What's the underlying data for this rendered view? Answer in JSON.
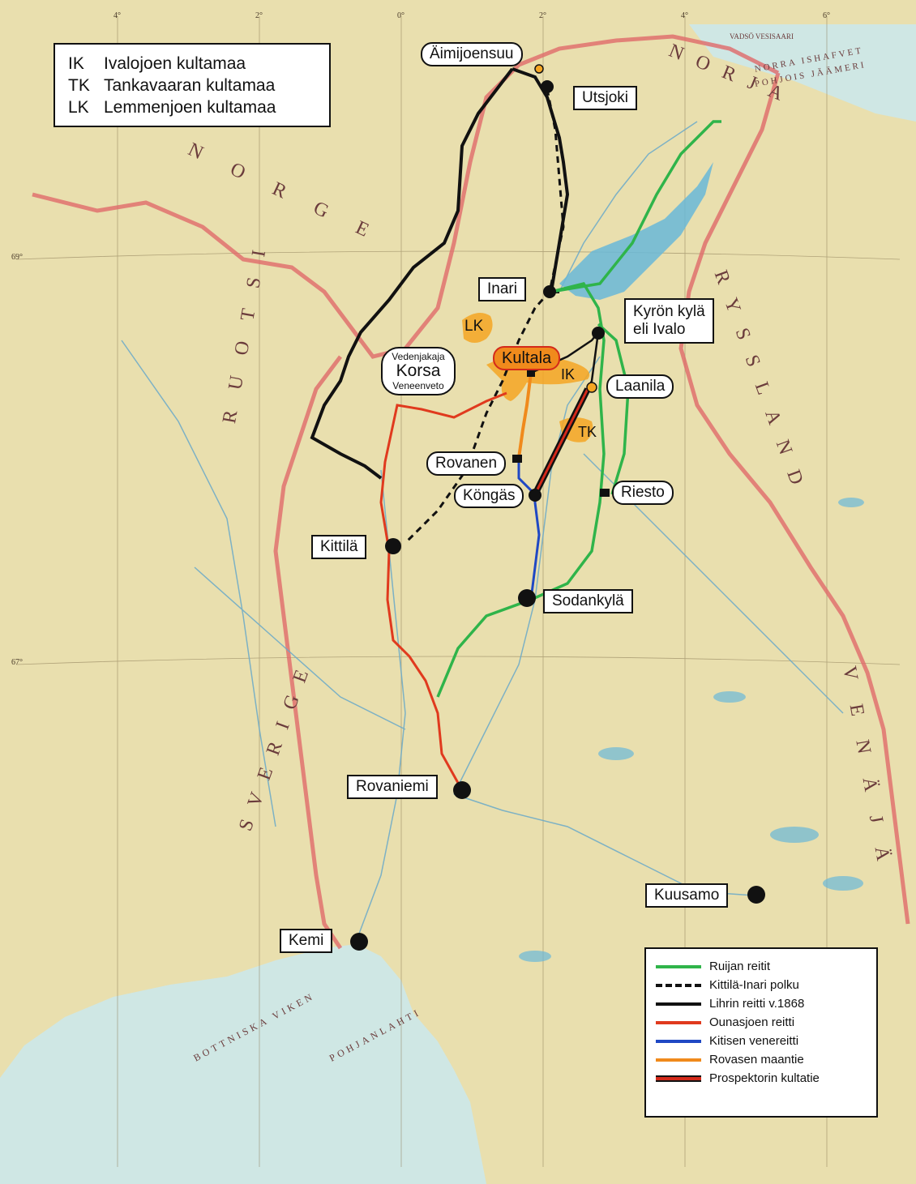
{
  "abbreviations": [
    {
      "code": "IK",
      "name": "Ivalojoen kultamaa"
    },
    {
      "code": "TK",
      "name": "Tankavaaran kultamaa"
    },
    {
      "code": "LK",
      "name": "Lemmenjoen kultamaa"
    }
  ],
  "places": {
    "aimijoensuu": "Äimijoensuu",
    "utsjoki": "Utsjoki",
    "inari": "Inari",
    "kyron_line1": "Kyrön kylä",
    "kyron_line2": "eli Ivalo",
    "korsa_top": "Vedenjakaja",
    "korsa_main": "Korsa",
    "korsa_bottom": "Veneenveto",
    "kultala": "Kultala",
    "laanila": "Laanila",
    "rovanen": "Rovanen",
    "kongas": "Köngäs",
    "riesto": "Riesto",
    "kittila": "Kittilä",
    "sodankyla": "Sodankylä",
    "rovaniemi": "Rovaniemi",
    "kuusamo": "Kuusamo",
    "kemi": "Kemi"
  },
  "field_marks": {
    "lk": "LK",
    "ik": "IK",
    "tk": "TK"
  },
  "legend": {
    "items": [
      {
        "label": "Ruijan reitit",
        "color": "#2fb44a",
        "style": "solid"
      },
      {
        "label": "Kittilä-Inari polku",
        "color": "#111111",
        "style": "dashed"
      },
      {
        "label": "Lihrin reitti v.1868",
        "color": "#111111",
        "style": "solid"
      },
      {
        "label": "Ounasjoen reitti",
        "color": "#e03a1e",
        "style": "solid"
      },
      {
        "label": "Kitisen venereitti",
        "color": "#1f48c4",
        "style": "solid"
      },
      {
        "label": "Rovasen maantie",
        "color": "#f08a1c",
        "style": "solid"
      },
      {
        "label": "Prospektorin kultatie",
        "color": "#d42a1a",
        "style": "double"
      }
    ]
  },
  "map_text": {
    "norja": "NORJA",
    "norrland": "NORRA ISHAFVET",
    "pohjois": "POHJOIS JÄÄMERI",
    "norge": "NORGE",
    "ryssland": "RYSSLAND",
    "ruotsi": "RUOTSI",
    "sverige": "SVERIGE",
    "venaja": "VENÄJÄ",
    "bottniska": "BOTTNISKA VIKEN",
    "pohjan": "POHJANLAHTI",
    "vadso": "VADSÖ VESISAARI"
  },
  "grid_labels": {
    "top": [
      "4°",
      "2°",
      "0°",
      "2°",
      "4°",
      "6°"
    ],
    "lat": [
      "69°",
      "67°"
    ]
  },
  "colors": {
    "paper": "#e9dfae",
    "water": "#69b8d8",
    "border": "#e06a6a",
    "gold": "#f5a623"
  }
}
